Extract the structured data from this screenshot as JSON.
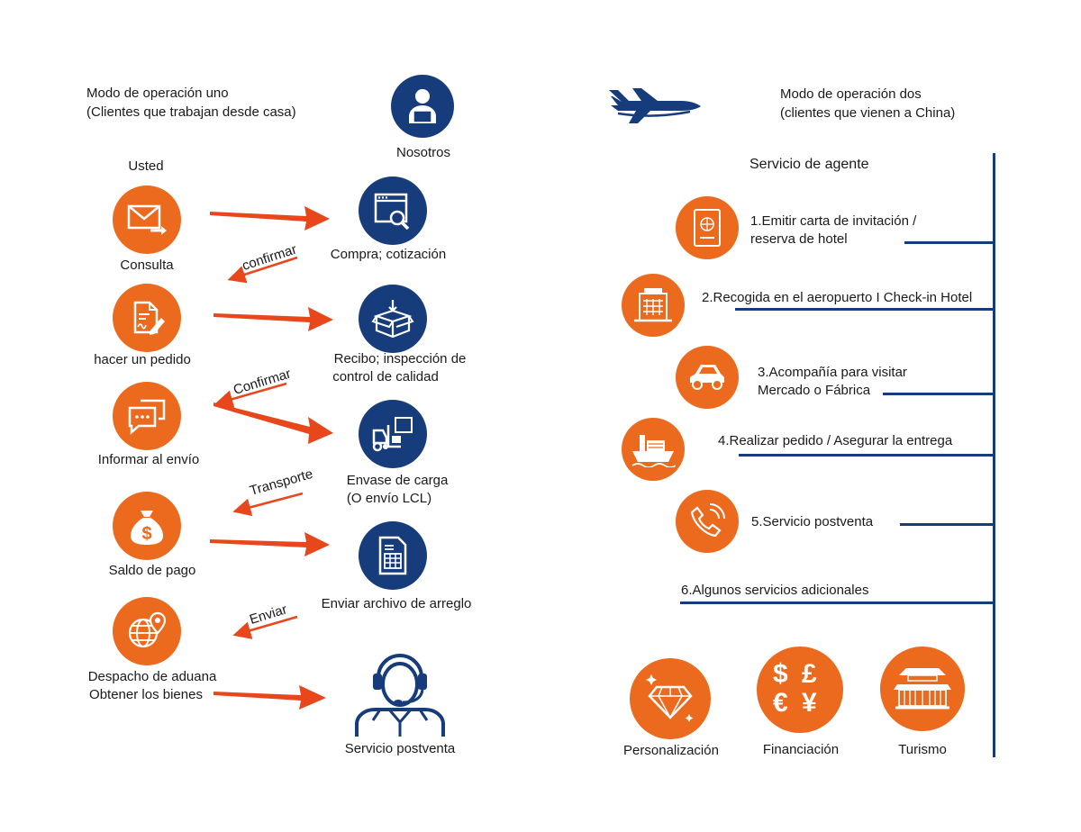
{
  "left": {
    "title_line1": "Modo de operación uno",
    "title_line2": "(Clientes que trabajan desde casa)",
    "you_label": "Usted",
    "we_label": "Nosotros",
    "client_steps": [
      {
        "label": "Consulta",
        "icon": "envelope-icon"
      },
      {
        "label": "hacer un pedido",
        "icon": "document-sign-icon"
      },
      {
        "label": "Informar al envío",
        "icon": "chat-bubbles-icon"
      },
      {
        "label": "Saldo de pago",
        "icon": "money-bag-icon"
      },
      {
        "label_line1": "Despacho de aduana",
        "label_line2": "Obtener los bienes",
        "icon": "globe-pin-icon"
      }
    ],
    "company_steps": [
      {
        "label": "Compra; cotización",
        "icon": "browser-search-icon"
      },
      {
        "label_line1": "Recibo; inspección de",
        "label_line2": "control de calidad",
        "icon": "open-box-icon"
      },
      {
        "label_line1": "Envase de carga",
        "label_line2": "(O envío LCL)",
        "icon": "forklift-icon"
      },
      {
        "label": "Enviar archivo de arreglo",
        "icon": "spreadsheet-icon"
      },
      {
        "label": "Servicio postventa",
        "icon": "headset-agent-icon"
      }
    ],
    "return_labels": [
      "confirmar",
      "Confirmar",
      "Transporte",
      "Enviar"
    ]
  },
  "right": {
    "title_line1": "Modo de operación dos",
    "title_line2": "(clientes que vienen a China)",
    "section_title": "Servicio de agente",
    "services": [
      {
        "line1": "1.Emitir carta de invitación /",
        "line2": "reserva de hotel",
        "icon": "passport-icon"
      },
      {
        "line1": "2.Recogida en el aeropuerto I Check-in Hotel",
        "icon": "hotel-icon"
      },
      {
        "line1": "3.Acompañía para visitar",
        "line2": "Mercado o Fábrica",
        "icon": "car-icon"
      },
      {
        "line1": "4.Realizar pedido / Asegurar la entrega",
        "icon": "ship-icon"
      },
      {
        "line1": "5.Servicio postventa",
        "icon": "phone-icon"
      },
      {
        "line1": "6.Algunos servicios adicionales"
      }
    ],
    "extras": [
      {
        "label": "Personalización",
        "icon": "diamond-icon"
      },
      {
        "label": "Financiación",
        "icon": "currency-icon"
      },
      {
        "label": "Turismo",
        "icon": "palace-icon"
      }
    ],
    "currency_glyphs": [
      "$",
      "£",
      "€",
      "¥"
    ]
  },
  "colors": {
    "orange": "#ec6a1e",
    "navy": "#163c7c",
    "arrow": "#e8471c"
  }
}
